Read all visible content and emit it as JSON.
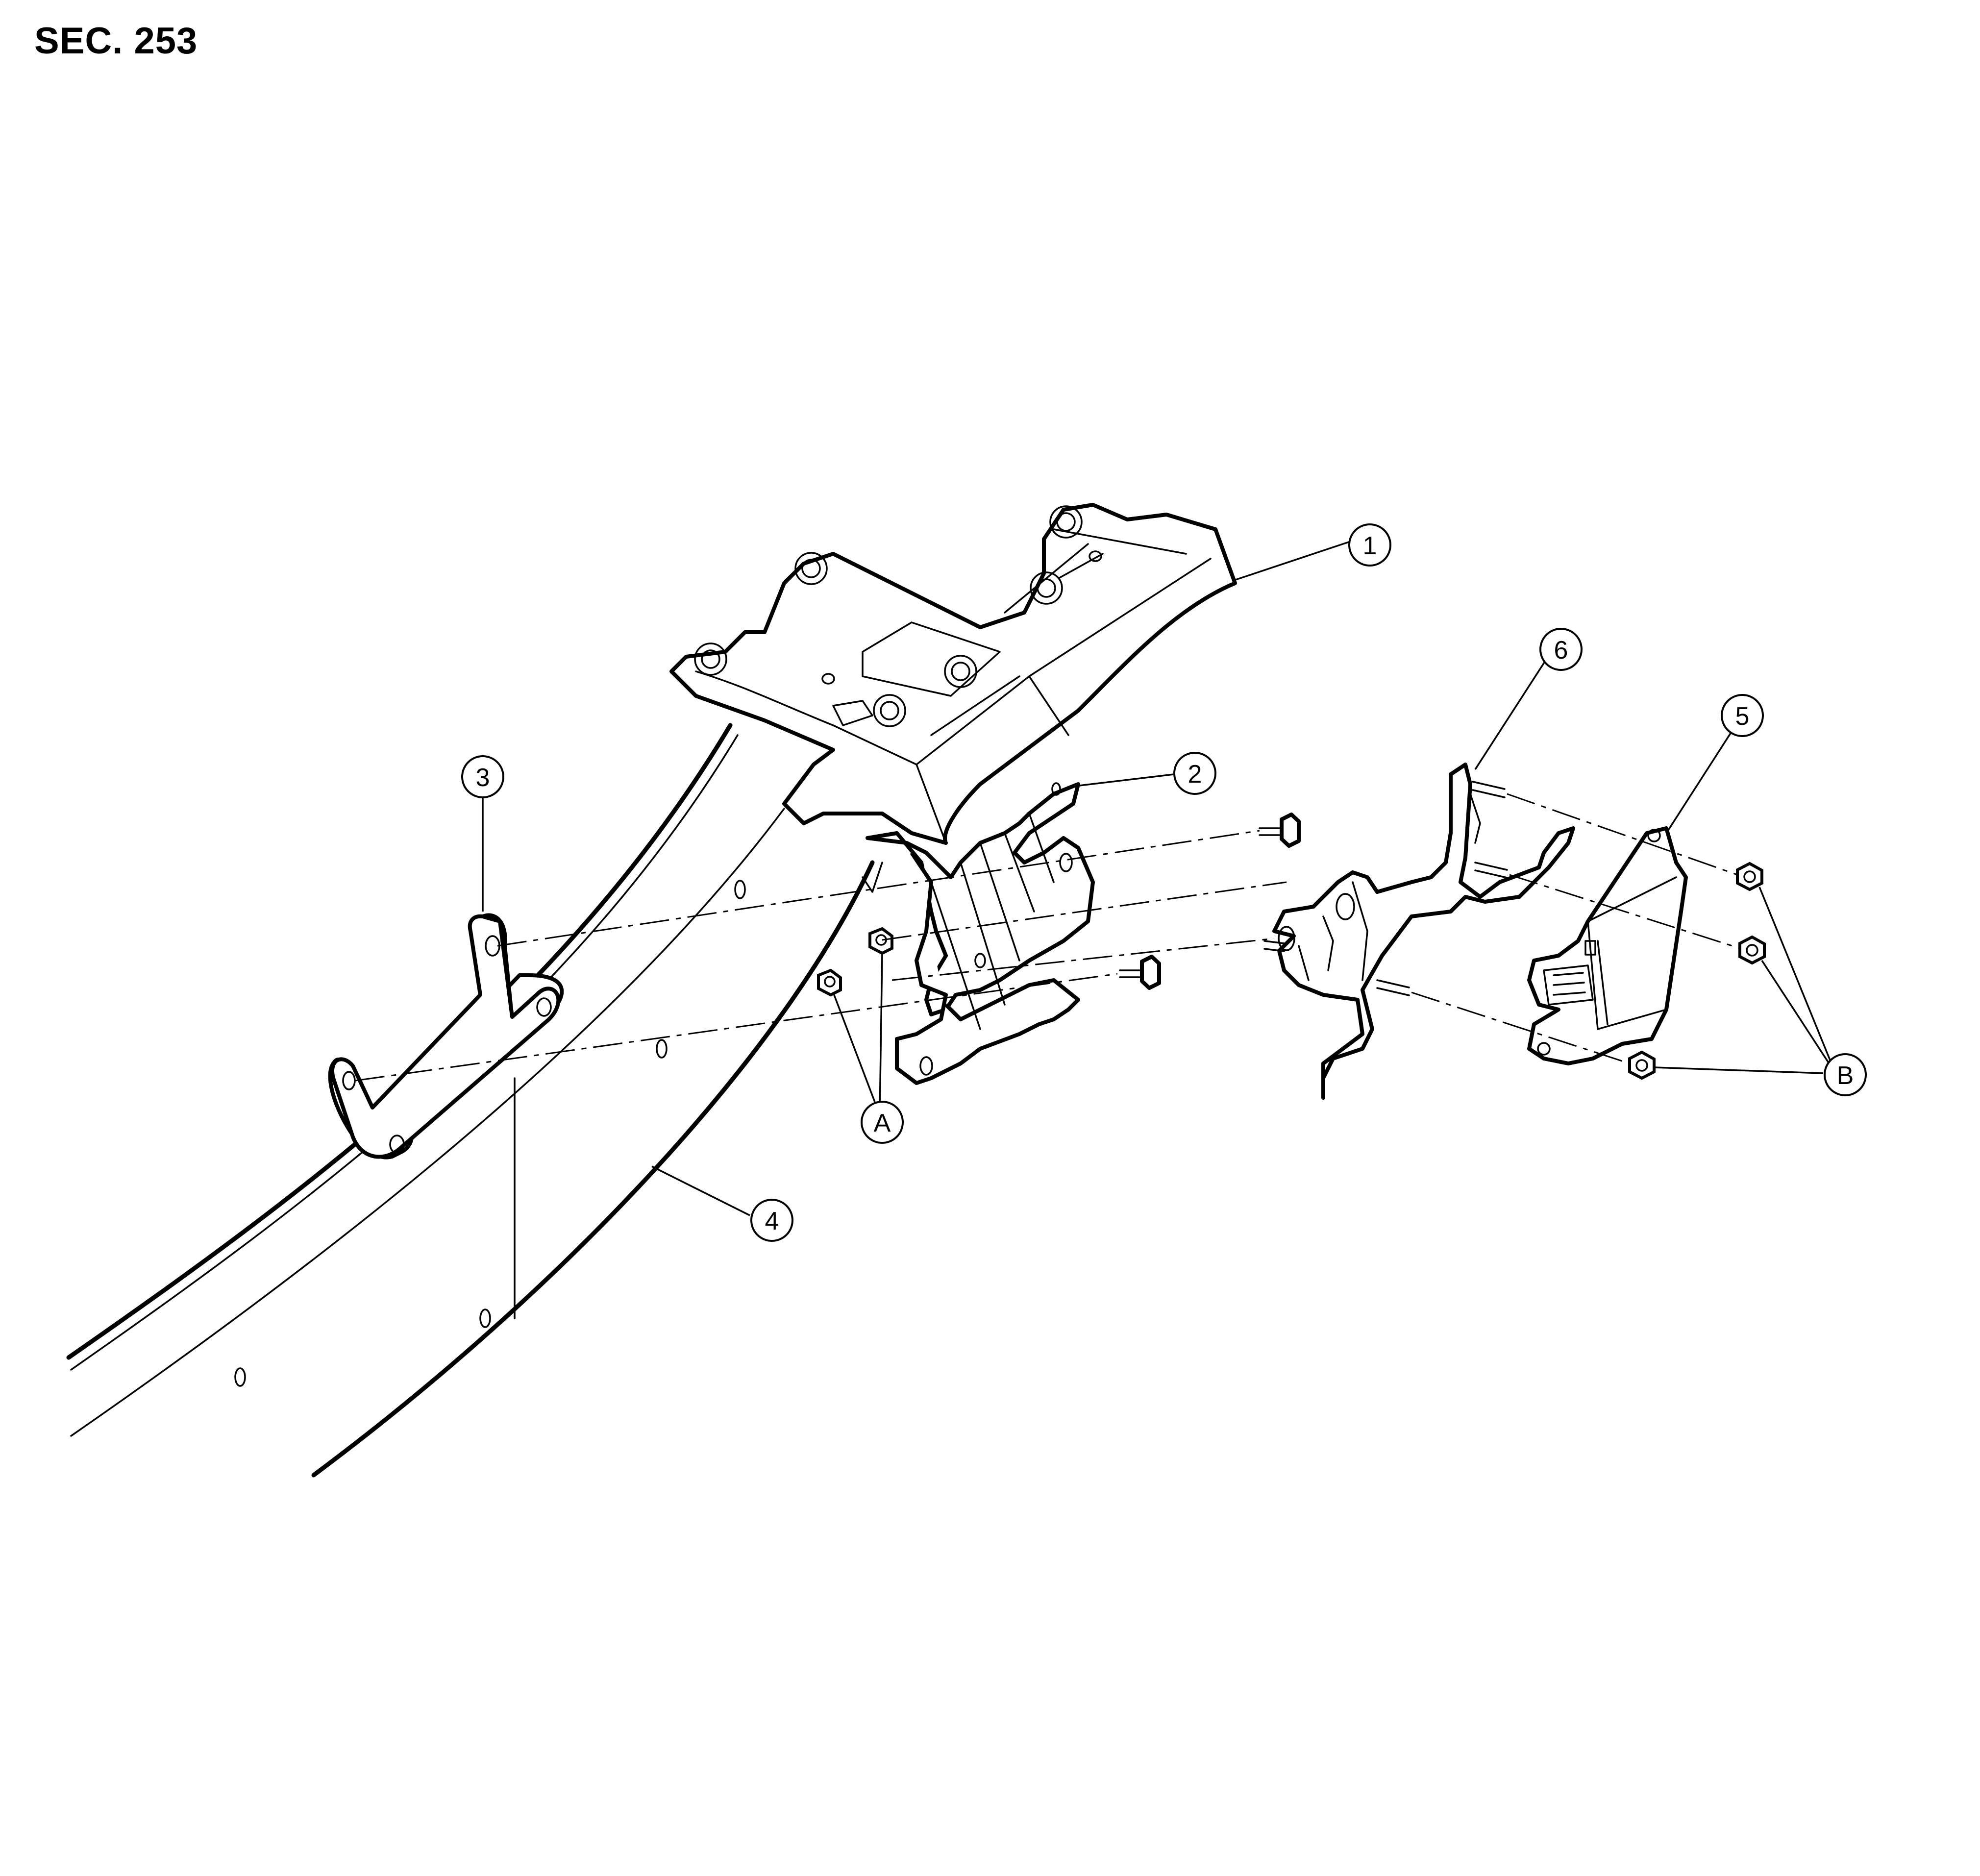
{
  "section": "SEC. 253",
  "callouts": {
    "c1": "1",
    "c2": "2",
    "c3": "3",
    "c4": "4",
    "c5": "5",
    "c6": "6",
    "cA": "A",
    "cB": "B"
  }
}
